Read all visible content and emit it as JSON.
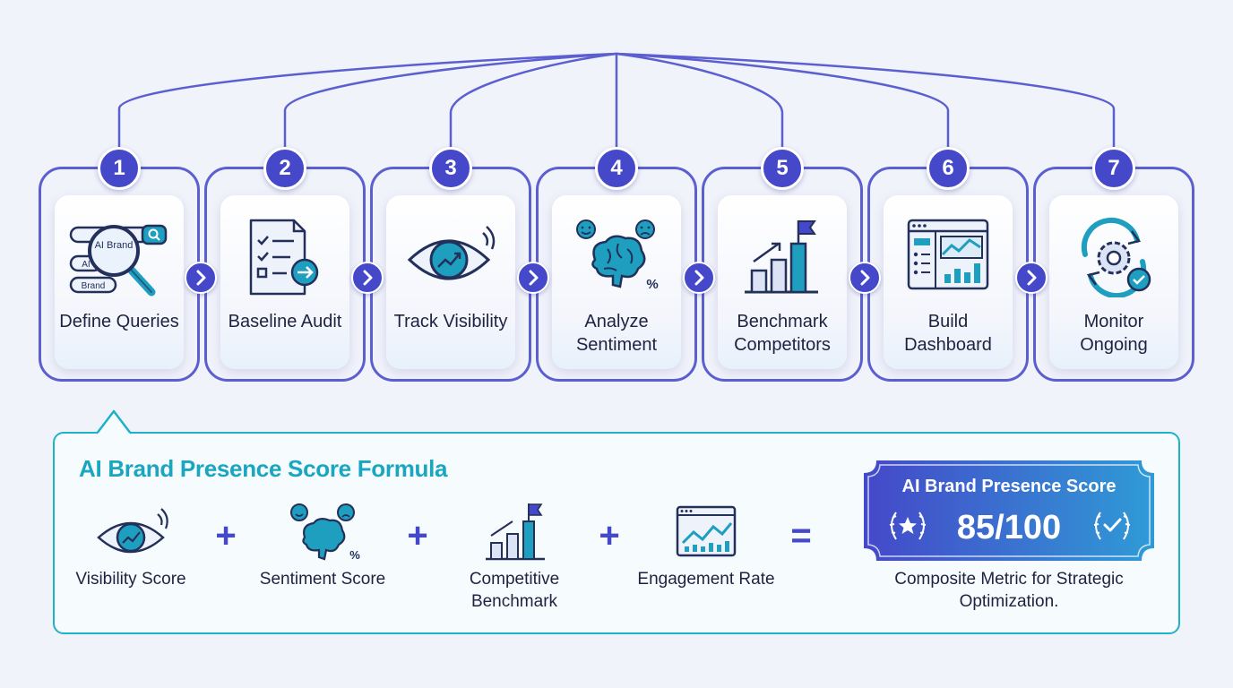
{
  "steps": [
    {
      "number": "1",
      "label": "Define Queries",
      "icon": "search-brand-icon",
      "tags": [
        "AI Brand",
        "AI",
        "Brand"
      ]
    },
    {
      "number": "2",
      "label": "Baseline Audit",
      "icon": "checklist-document-icon"
    },
    {
      "number": "3",
      "label": "Track Visibility",
      "icon": "eye-trend-icon"
    },
    {
      "number": "4",
      "label": "Analyze Sentiment",
      "icon": "brain-sentiment-icon",
      "percent_symbol": "%"
    },
    {
      "number": "5",
      "label": "Benchmark Competitors",
      "icon": "bar-chart-flag-icon"
    },
    {
      "number": "6",
      "label": "Build Dashboard",
      "icon": "dashboard-icon"
    },
    {
      "number": "7",
      "label": "Monitor Ongoing",
      "icon": "gear-cycle-check-icon"
    }
  ],
  "formula": {
    "title": "AI Brand Presence Score Formula",
    "items": [
      {
        "label": "Visibility Score",
        "icon": "eye-trend-icon"
      },
      {
        "label": "Sentiment Score",
        "icon": "brain-sentiment-icon",
        "percent_symbol": "%"
      },
      {
        "label": "Competitive Benchmark",
        "icon": "bar-chart-flag-icon"
      },
      {
        "label": "Engagement Rate",
        "icon": "line-chart-window-icon"
      }
    ],
    "operators": [
      "+",
      "+",
      "+",
      "="
    ],
    "result": {
      "title": "AI Brand Presence Score",
      "value": "85/100",
      "caption": "Composite Metric for Strategic Optimization."
    }
  },
  "colors": {
    "primary": "#4548c9",
    "outline": "#5b5fd0",
    "accent_teal": "#1fb1c7",
    "icon_teal": "#1e9fc0",
    "icon_navy": "#22305a",
    "text": "#1f2240",
    "background": "#f1f3fb"
  }
}
